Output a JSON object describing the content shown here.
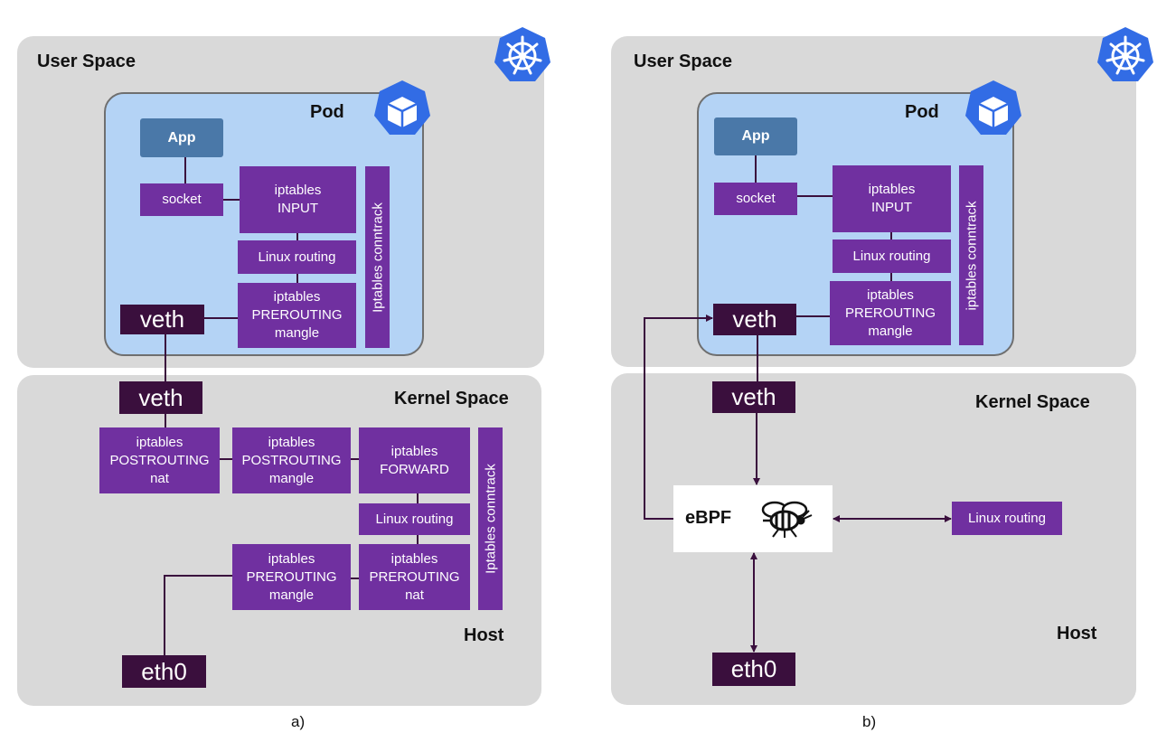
{
  "colors": {
    "region": "#d9d9d9",
    "pod": "#b4d3f5",
    "purple_box": "#7030a0",
    "dark_box": "#3a0f3d",
    "app_box": "#4a78a8",
    "k8s_blue": "#326ce5",
    "line": "#3a0f3d"
  },
  "icons": [
    "kubernetes-logo-icon",
    "pod-cube-icon",
    "bee-icon"
  ],
  "left": {
    "user_space": "User Space",
    "kernel_space": "Kernel Space",
    "host": "Host",
    "pod": "Pod",
    "app": "App",
    "socket": "socket",
    "iptables_input": "iptables\nINPUT",
    "linux_routing_pod": "Linux routing",
    "iptables_prerouting_mangle_pod": "iptables\nPREROUTING\nmangle",
    "conntrack_pod": "Iptables conntrack",
    "veth_pod": "veth",
    "veth_kernel": "veth",
    "iptables_postrouting_nat": "iptables\nPOSTROUTING\nnat",
    "iptables_postrouting_mangle": "iptables\nPOSTROUTING\nmangle",
    "iptables_forward": "iptables\nFORWARD",
    "linux_routing_kernel": "Linux routing",
    "iptables_prerouting_mangle_kernel": "iptables\nPREROUTING\nmangle",
    "iptables_prerouting_nat": "iptables\nPREROUTING\nnat",
    "conntrack_kernel": "Iptables conntrack",
    "eth0": "eth0",
    "caption": "a)"
  },
  "right": {
    "user_space": "User Space",
    "kernel_space": "Kernel Space",
    "host": "Host",
    "pod": "Pod",
    "app": "App",
    "socket": "socket",
    "iptables_input": "iptables\nINPUT",
    "linux_routing_pod": "Linux routing",
    "iptables_prerouting_mangle_pod": "iptables\nPREROUTING\nmangle",
    "conntrack_pod": "iptables conntrack",
    "veth_pod": "veth",
    "veth_kernel": "veth",
    "ebpf": "eBPF",
    "linux_routing_kernel": "Linux routing",
    "eth0": "eth0",
    "caption": "b)"
  }
}
